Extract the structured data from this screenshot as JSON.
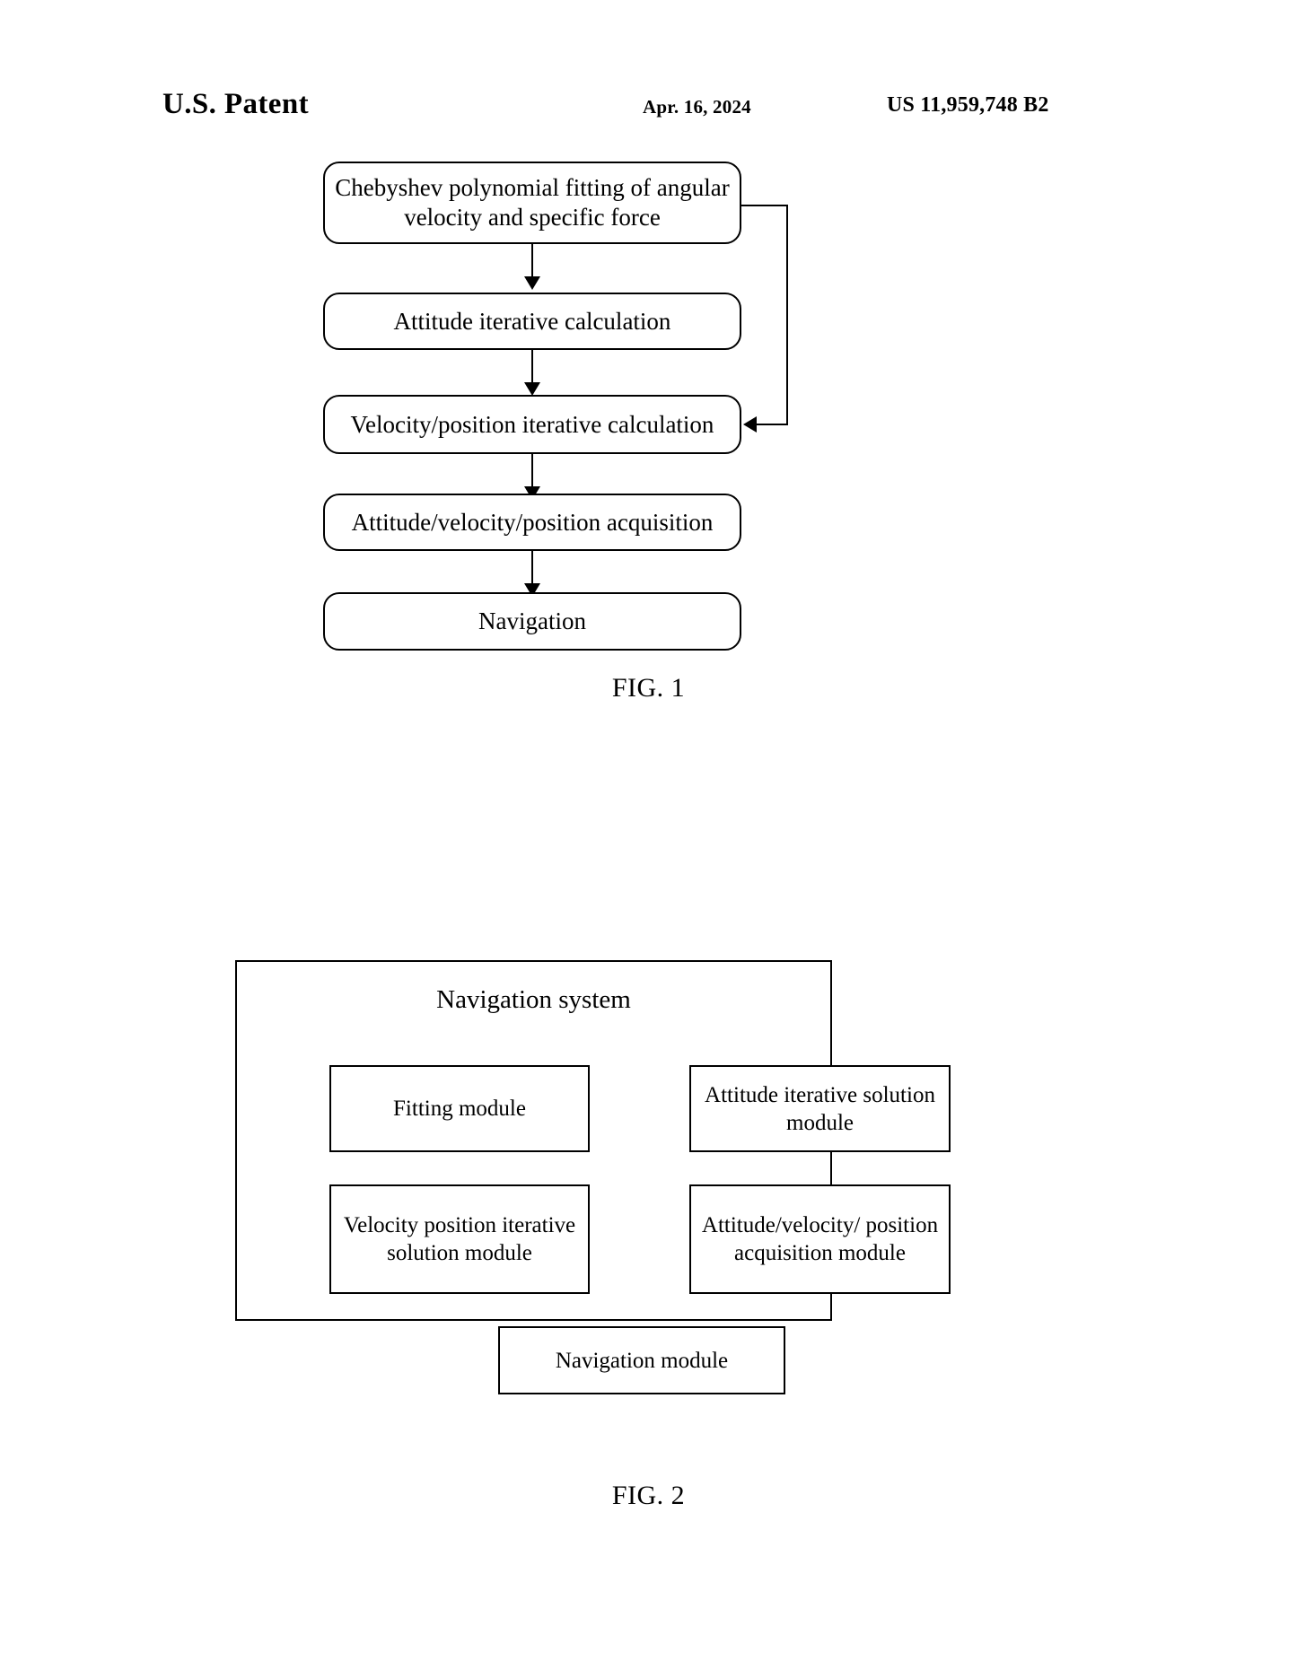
{
  "header": {
    "patent_label": "U.S. Patent",
    "date": "Apr. 16, 2024",
    "patent_number": "US 11,959,748 B2"
  },
  "figure1": {
    "caption": "FIG. 1",
    "steps": [
      {
        "id": "fitting",
        "text": "Chebyshev polynomial fitting of angular velocity and specific force"
      },
      {
        "id": "attitude-iteration",
        "text": "Attitude iterative calculation"
      },
      {
        "id": "velocity-position-iteration",
        "text": "Velocity/position iterative calculation"
      },
      {
        "id": "acquisition",
        "text": "Attitude/velocity/position acquisition"
      },
      {
        "id": "navigation",
        "text": "Navigation"
      }
    ],
    "connectors": [
      {
        "id": "arrow-fitting-to-attitude",
        "type": "arrow-down"
      },
      {
        "id": "arrow-attitude-to-velocity",
        "type": "arrow-down"
      },
      {
        "id": "arrow-velocity-to-acquisition",
        "type": "arrow-down"
      },
      {
        "id": "arrow-acquisition-to-navigation",
        "type": "arrow-down"
      },
      {
        "id": "feedback-fitting-to-velocity",
        "type": "feedback-loop"
      }
    ]
  },
  "figure2": {
    "caption": "FIG. 2",
    "system_title": "Navigation system",
    "modules": [
      {
        "id": "fitting-module",
        "text": "Fitting module"
      },
      {
        "id": "attitude-iterative-solution-module",
        "text": "Attitude iterative solution module"
      },
      {
        "id": "velocity-position-iterative-solution-module",
        "text": "Velocity position iterative solution module"
      },
      {
        "id": "attitude-velocity-position-acquisition-module",
        "text": "Attitude/velocity/ position acquisition module"
      },
      {
        "id": "navigation-module",
        "text": "Navigation module"
      }
    ]
  },
  "colors": {
    "ink": "#000000",
    "page": "#ffffff"
  }
}
